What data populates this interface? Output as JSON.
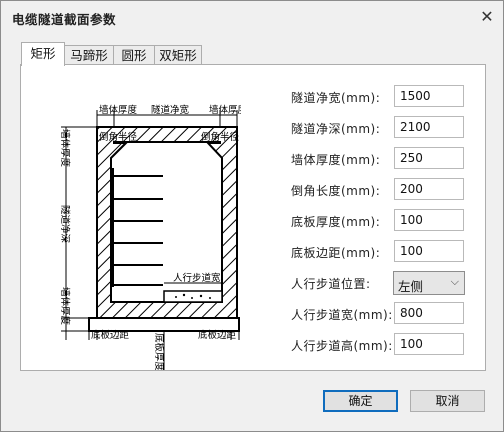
{
  "window": {
    "title": "电缆隧道截面参数",
    "close_glyph": "✕"
  },
  "tabs": [
    {
      "label": "矩形",
      "active": true
    },
    {
      "label": "马蹄形",
      "active": false
    },
    {
      "label": "圆形",
      "active": false
    },
    {
      "label": "双矩形",
      "active": false
    }
  ],
  "diagram": {
    "labels": {
      "wall_thickness_left": "墙体厚度",
      "tunnel_net_width": "隧道净宽",
      "wall_thickness_right": "墙体厚度",
      "chamfer_left": "倒角半径",
      "chamfer_right": "倒角半径",
      "top_thickness": "墙体厚度",
      "tunnel_net_depth": "隧道净深",
      "bottom_wall_thickness": "墙体厚度",
      "walkway_width": "人行步道宽",
      "floor_margin_left": "底板边距",
      "floor_margin_right": "底板边距",
      "floor_thickness": "底板厚度"
    }
  },
  "params": [
    {
      "label": "隧道净宽(mm):",
      "value": "1500"
    },
    {
      "label": "隧道净深(mm):",
      "value": "2100"
    },
    {
      "label": "墙体厚度(mm):",
      "value": "250"
    },
    {
      "label": "倒角长度(mm):",
      "value": "200"
    },
    {
      "label": "底板厚度(mm):",
      "value": "100"
    },
    {
      "label": "底板边距(mm):",
      "value": "100"
    }
  ],
  "walkway_position": {
    "label": "人行步道位置:",
    "value": "左侧",
    "arrow": "⌵"
  },
  "walkway_params": [
    {
      "label": "人行步道宽(mm):",
      "value": "800"
    },
    {
      "label": "人行步道高(mm):",
      "value": "100"
    }
  ],
  "buttons": {
    "ok": "确定",
    "cancel": "取消"
  }
}
